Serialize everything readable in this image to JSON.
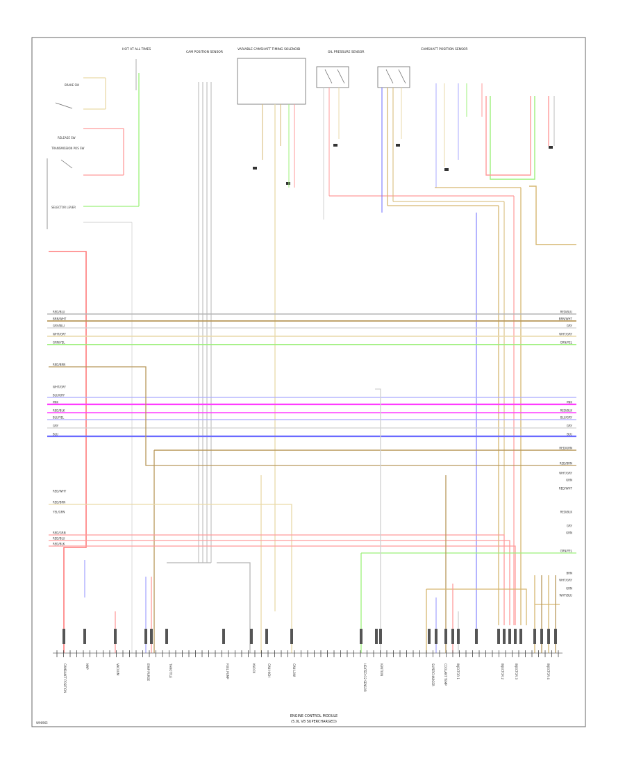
{
  "diagram": {
    "footer_id": "W96965",
    "module_title": [
      "ENGINE CONTROL MODULE",
      "(5.0L V8 SUPERCHARGED)"
    ],
    "switches": [
      "BRAKE SW",
      "RELEASE SW",
      "TRANSMISSION POS SW",
      "SELECTOR LEVER"
    ],
    "components": [
      "HOT AT ALL TIMES",
      "CAM POSITION SENSOR",
      "VARIABLE CAMSHAFT TIMING SOLENOID",
      "OIL PRESSURE SENSOR",
      "CAMSHAFT POSITION SENSOR"
    ],
    "wire_colors": {
      "red": "#ff7a7a",
      "pink": "#ff3cff",
      "blue": "#6a6aff",
      "light_blue": "#a9a9ff",
      "green": "#9cf07a",
      "tan": "#d6b770",
      "light_tan": "#e9d9a8",
      "brown": "#b8985a",
      "gray": "#b5b5b5",
      "light_gray": "#d0d0d0",
      "frame": "#666666"
    },
    "wire_tags_left": [
      "RED/BLU",
      "BRN/WHT",
      "GRY/BLU",
      "WHT/GRY",
      "GRN/YEL",
      "RED/BRN",
      "WHT/GRY",
      "BLU/GRY",
      "PNK",
      "RED/BLK",
      "BLU/YEL",
      "GRY",
      "BLU",
      "RED/WHT",
      "RED/BRN",
      "YEL/GRN",
      "RED/GRN",
      "RED/BLU",
      "RED/BLK"
    ],
    "wire_tags_right": [
      "RED/BLU",
      "BRN/WHT",
      "GRY",
      "WHT/GRY",
      "GRN/YEL",
      "PNK",
      "RED/BLK",
      "BLU/GRY",
      "GRY",
      "BLU",
      "RED/GRN",
      "RED/BRN",
      "WHT/GRY",
      "GRN",
      "RED/WHT",
      "RED/BLK",
      "GRY",
      "GRN",
      "GRN/YEL",
      "BRN",
      "WHT/GRY",
      "GRN",
      "WHT/BLU"
    ],
    "pin_labels": [
      "CAMSHAFT POSITION",
      "MAP",
      "VACUUM",
      "EVAP PURGE",
      "THROTTLE",
      "FUEL PUMP",
      "KNOCK",
      "CAN HIGH",
      "CAN LOW",
      "HEATED O2 SENSOR",
      "IGNITION",
      "SUPERCHARGER",
      "COOLANT TEMP",
      "INJECTOR 1",
      "INJECTOR 2",
      "INJECTOR 3",
      "INJECTOR 4"
    ]
  }
}
